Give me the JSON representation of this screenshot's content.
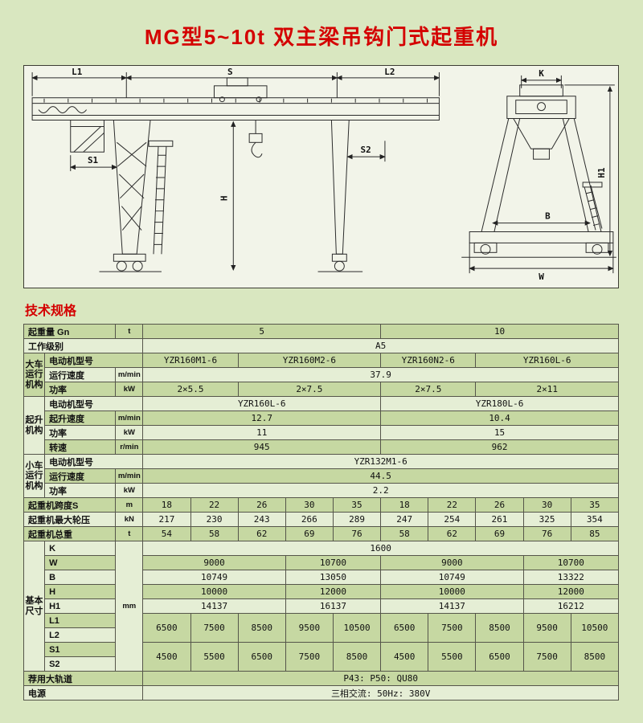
{
  "title": "MG型5~10t 双主梁吊钩门式起重机",
  "spec_heading": "技术规格",
  "drawing": {
    "l1": "L1",
    "s": "S",
    "l2": "L2",
    "s1": "S1",
    "s2": "S2",
    "h": "H",
    "k": "K",
    "b": "B",
    "w": "W",
    "h1": "H1"
  },
  "rows": {
    "capacity": {
      "label": "起重量 Gn",
      "unit": "t",
      "c5": "5",
      "c10": "10"
    },
    "duty": {
      "label": "工作级别",
      "value": "A5"
    },
    "gantry_group": "大车运行机构",
    "gantry_motor": {
      "label": "电动机型号",
      "v": [
        "YZR160M1-6",
        "YZR160M2-6",
        "YZR160N2-6",
        "YZR160L-6"
      ]
    },
    "gantry_speed": {
      "label": "运行速度",
      "unit": "m/min",
      "v": "37.9"
    },
    "gantry_power": {
      "label": "功率",
      "unit": "kW",
      "v": [
        "2×5.5",
        "2×7.5",
        "2×7.5",
        "2×11"
      ]
    },
    "hoist_group": "起升机构",
    "hoist_motor": {
      "label": "电动机型号",
      "v": [
        "YZR160L-6",
        "YZR180L-6"
      ]
    },
    "hoist_speed": {
      "label": "起升速度",
      "unit": "m/min",
      "v": [
        "12.7",
        "10.4"
      ]
    },
    "hoist_power": {
      "label": "功率",
      "unit": "kW",
      "v": [
        "11",
        "15"
      ]
    },
    "hoist_rpm": {
      "label": "转速",
      "unit": "r/min",
      "v": [
        "945",
        "962"
      ]
    },
    "trolley_group": "小车运行机构",
    "trolley_motor": {
      "label": "电动机型号",
      "v": "YZR132M1-6"
    },
    "trolley_speed": {
      "label": "运行速度",
      "unit": "m/min",
      "v": "44.5"
    },
    "trolley_power": {
      "label": "功率",
      "unit": "kW",
      "v": "2.2"
    },
    "span": {
      "label": "起重机跨度S",
      "unit": "m",
      "v": [
        "18",
        "22",
        "26",
        "30",
        "35",
        "18",
        "22",
        "26",
        "30",
        "35"
      ]
    },
    "wheel_load": {
      "label": "起重机最大轮压",
      "unit": "kN",
      "v": [
        "217",
        "230",
        "243",
        "266",
        "289",
        "247",
        "254",
        "261",
        "325",
        "354"
      ]
    },
    "total_weight": {
      "label": "起重机总重",
      "unit": "t",
      "v": [
        "54",
        "58",
        "62",
        "69",
        "76",
        "58",
        "62",
        "69",
        "76",
        "85"
      ]
    },
    "dims_group": "基本尺寸",
    "dims_unit": "mm",
    "dim_k": {
      "label": "K",
      "v": "1600"
    },
    "dim_w": {
      "label": "W",
      "v": [
        "9000",
        "10700",
        "9000",
        "10700"
      ]
    },
    "dim_b": {
      "label": "B",
      "v": [
        "10749",
        "13050",
        "10749",
        "13322"
      ]
    },
    "dim_h": {
      "label": "H",
      "v": [
        "10000",
        "12000",
        "10000",
        "12000"
      ]
    },
    "dim_h1": {
      "label": "H1",
      "v": [
        "14137",
        "16137",
        "14137",
        "16212"
      ]
    },
    "dim_l1_label": "L1",
    "dim_l2_label": "L2",
    "dim_l": {
      "v": [
        "6500",
        "7500",
        "8500",
        "9500",
        "10500",
        "6500",
        "7500",
        "8500",
        "9500",
        "10500"
      ]
    },
    "dim_s1_label": "S1",
    "dim_s2_label": "S2",
    "dim_s": {
      "v": [
        "4500",
        "5500",
        "6500",
        "7500",
        "8500",
        "4500",
        "5500",
        "6500",
        "7500",
        "8500"
      ]
    },
    "rail": {
      "label": "荐用大轨道",
      "v": "P43:  P50:  QU80"
    },
    "power": {
      "label": "电源",
      "v": "三相交流:  50Hz:  380V"
    }
  }
}
